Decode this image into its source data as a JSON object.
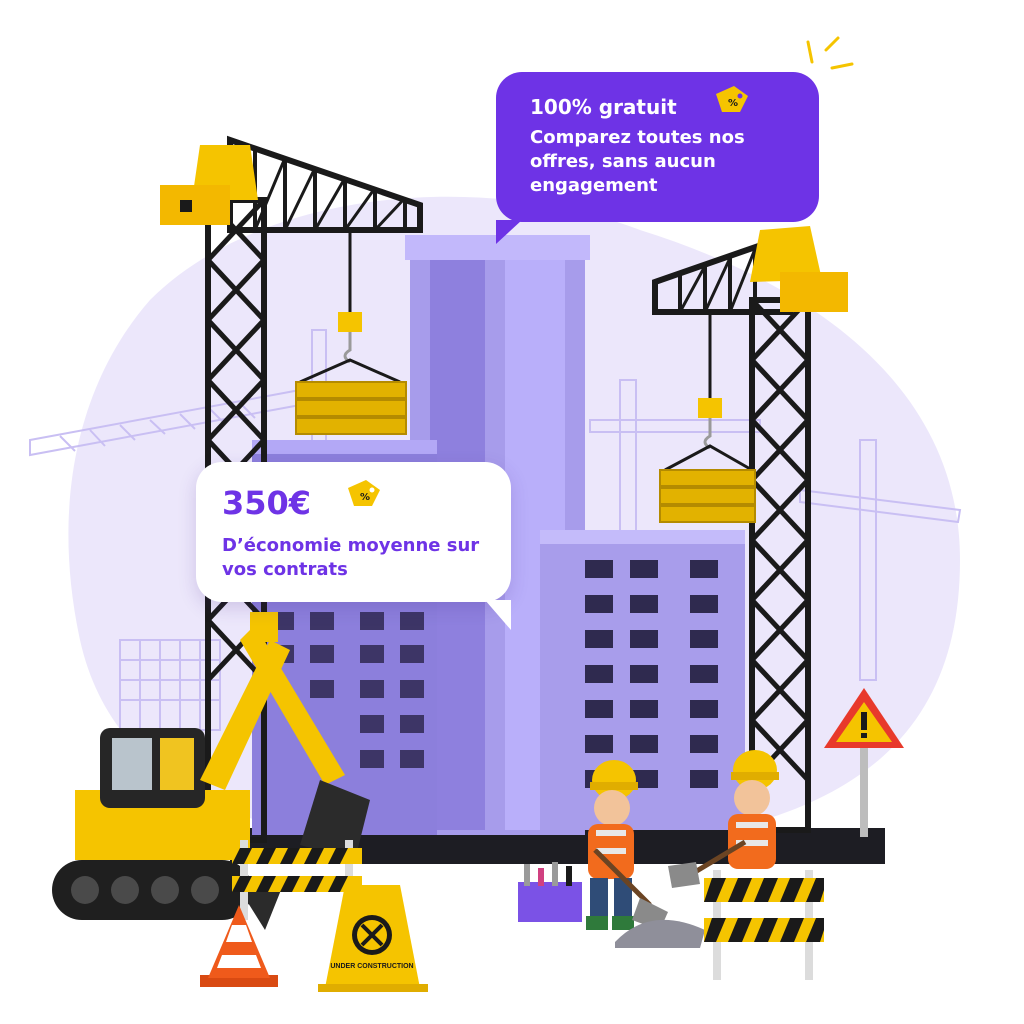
{
  "promo_bubble": {
    "title": "100% gratuit",
    "body": "Comparez toutes nos offres, sans aucun engagement",
    "icon": "discount-tag-icon"
  },
  "savings_bubble": {
    "amount": "350€",
    "body": "D’économie moyenne sur vos contrats",
    "icon": "discount-tag-icon"
  },
  "illustration": {
    "subject": "construction-site",
    "sign_text": "UNDER CONSTRUCTION"
  },
  "colors": {
    "brand_purple": "#6e33e6",
    "blob_lavender": "#ece7fb",
    "building_purple": "#9b8ee6",
    "crane_yellow": "#f5c400",
    "crane_black": "#1a1a1a",
    "cone_orange": "#ef5a1b"
  }
}
